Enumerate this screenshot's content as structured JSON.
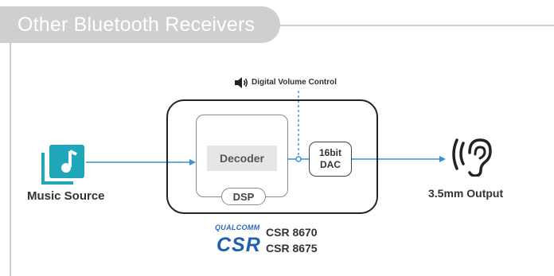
{
  "title": "Other Bluetooth Receivers",
  "source": {
    "label": "Music Source",
    "icon": "music-library-icon"
  },
  "volume": {
    "label": "Digital Volume Control",
    "icon": "speaker-icon"
  },
  "chip": {
    "decoder": "Decoder",
    "dsp": "DSP",
    "dac_line1": "16bit",
    "dac_line2": "DAC"
  },
  "output": {
    "label": "3.5mm Output",
    "icon": "ear-icon"
  },
  "brand": {
    "qualcomm": "QUALCOMM",
    "csr": "CSR",
    "models": [
      "CSR 8670",
      "CSR 8675"
    ]
  },
  "colors": {
    "accent": "#3a8fd6",
    "icon_teal": "#1fa6b8",
    "tab_gray": "#cfcfcf",
    "outline": "#222222"
  }
}
